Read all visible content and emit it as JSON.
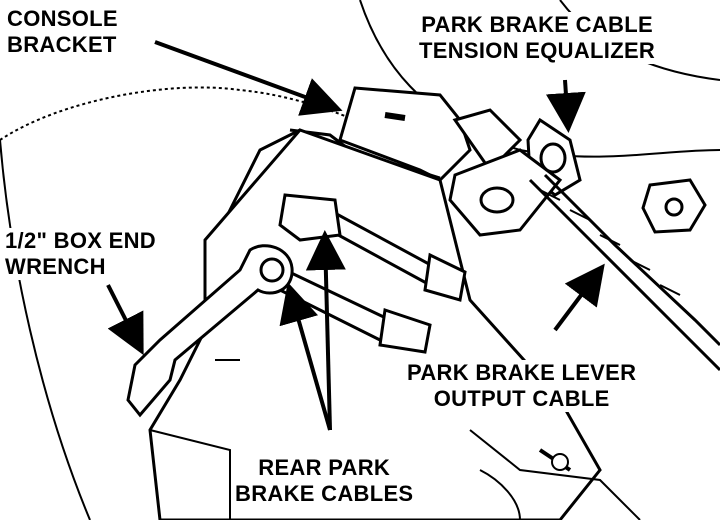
{
  "diagram": {
    "labels": {
      "console_bracket": [
        "CONSOLE",
        "BRACKET"
      ],
      "equalizer": [
        "PARK BRAKE CABLE",
        "TENSION EQUALIZER"
      ],
      "wrench": [
        "1/2\" BOX END",
        "WRENCH"
      ],
      "lever_output": [
        "PARK BRAKE LEVER",
        "OUTPUT CABLE"
      ],
      "rear_cables": [
        "REAR PARK",
        "BRAKE CABLES"
      ]
    }
  }
}
